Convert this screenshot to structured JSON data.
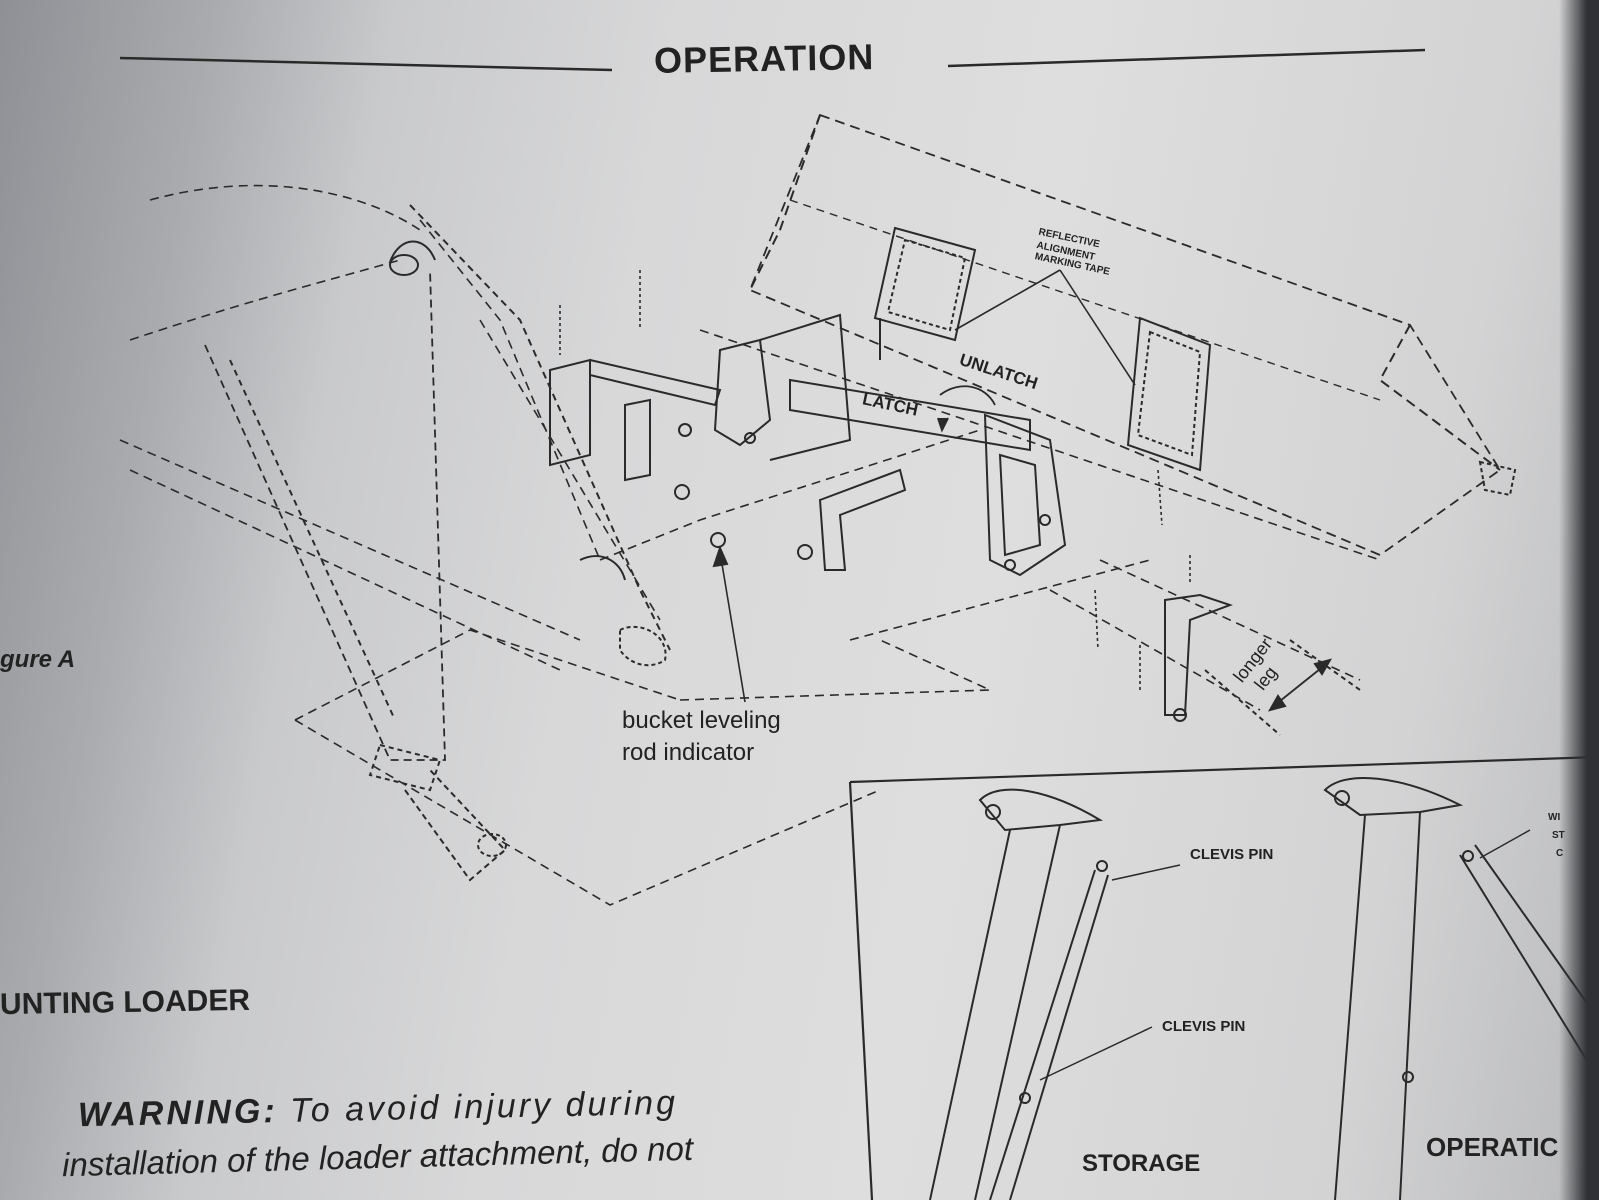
{
  "header": {
    "title": "OPERATION"
  },
  "figure": {
    "label": "gure A"
  },
  "labels": {
    "reflective_tape": [
      "REFLECTIVE",
      "ALIGNMENT",
      "MARKING TAPE"
    ],
    "unlatch": "UNLATCH",
    "latch": "LATCH",
    "bucket_line1": "bucket leveling",
    "bucket_line2": "rod indicator",
    "longer_leg_1": "longer",
    "longer_leg_2": "leg"
  },
  "inset": {
    "clevis_pin_top": "CLEVIS PIN",
    "clevis_pin_bottom": "CLEVIS PIN",
    "storage": "STORAGE",
    "operation": "OPERATIC",
    "cut_text": [
      "WI",
      "ST",
      "C"
    ]
  },
  "section": {
    "heading": "UNTING LOADER"
  },
  "warning": {
    "label": "WARNING:",
    "line1_rest": " To avoid injury during",
    "line2": "installation of the loader attachment, do not"
  }
}
